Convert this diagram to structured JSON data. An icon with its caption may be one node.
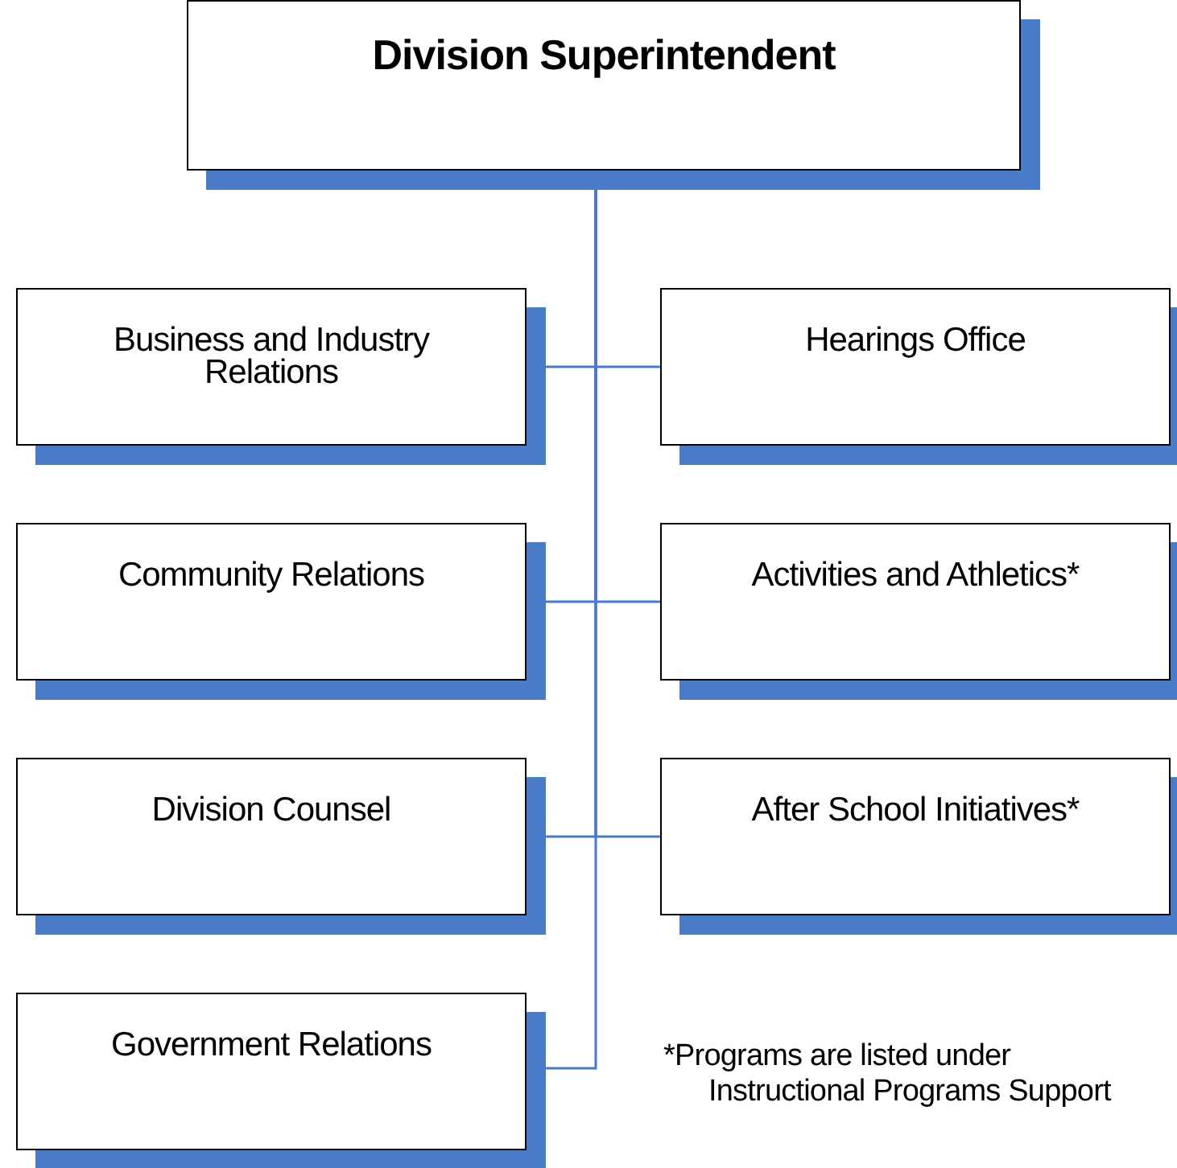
{
  "diagram": {
    "nodes": [
      {
        "text": [
          "Division Superintendent"
        ]
      },
      {
        "text": [
          "Business and Industry Relations"
        ]
      },
      {
        "text": [
          "Hearings Office"
        ]
      },
      {
        "text": [
          "Community Relations"
        ]
      },
      {
        "text": [
          "Activities and Athletics*"
        ]
      },
      {
        "text": [
          "Division Counsel"
        ]
      },
      {
        "text": [
          "After School Initiatives*"
        ]
      },
      {
        "text": [
          "Government Relations"
        ]
      }
    ],
    "edges": [
      {
        "from": 0,
        "to": 1,
        "arrow": "none"
      },
      {
        "from": 0,
        "to": 2,
        "arrow": "none"
      },
      {
        "from": 0,
        "to": 3,
        "arrow": "none"
      },
      {
        "from": 0,
        "to": 4,
        "arrow": "none"
      },
      {
        "from": 0,
        "to": 5,
        "arrow": "none"
      },
      {
        "from": 0,
        "to": 6,
        "arrow": "none"
      },
      {
        "from": 0,
        "to": 7,
        "arrow": "none"
      }
    ],
    "labels": [
      "*Programs are listed under Instructional Programs Support"
    ]
  }
}
